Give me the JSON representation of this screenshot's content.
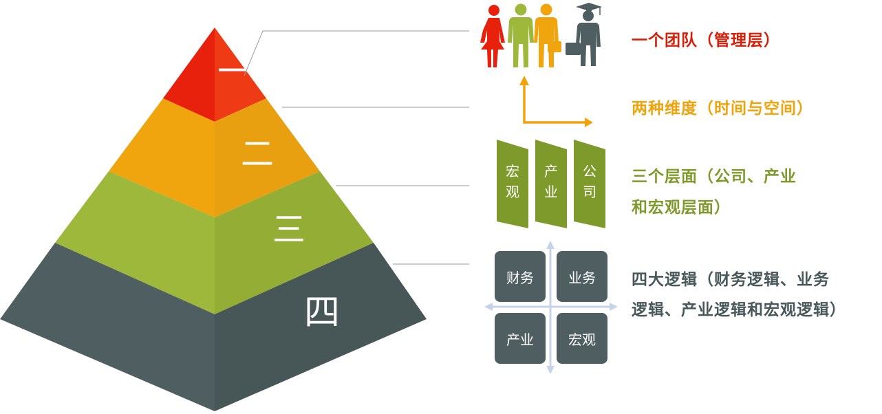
{
  "pyramid": {
    "levels": [
      {
        "numeral": "一",
        "color_left": "#e8210c",
        "color_right": "#ef3a16"
      },
      {
        "numeral": "二",
        "color_left": "#f0a40e",
        "color_right": "#e9a010"
      },
      {
        "numeral": "三",
        "color_left": "#9eb83b",
        "color_right": "#94ad35"
      },
      {
        "numeral": "四",
        "color_left": "#4f5e60",
        "color_right": "#475657"
      }
    ]
  },
  "labels": {
    "team": "一个团队（管理层）",
    "dimensions": "两种维度（时间与空间）",
    "layers_line1": "三个层面（公司、产业",
    "layers_line2": "和宏观层面）",
    "logic_line1": "四大逻辑（财务逻辑、业务",
    "logic_line2": "逻辑、产业逻辑和宏观逻辑）"
  },
  "colors": {
    "team": "#d81e06",
    "dimensions": "#f0a30a",
    "layers": "#7e9a2b",
    "logic": "#47575a",
    "person_red": "#e8210c",
    "person_green": "#9eb83b",
    "person_orange": "#f0a40e",
    "person_grey": "#4f5e60"
  },
  "banners": [
    {
      "line1": "宏",
      "line2": "观"
    },
    {
      "line1": "产",
      "line2": "业"
    },
    {
      "line1": "公",
      "line2": "司"
    }
  ],
  "quadrants": {
    "top_left": "财务",
    "top_right": "业务",
    "bottom_left": "产业",
    "bottom_right": "宏观"
  },
  "icons": [
    "person-female-icon",
    "person-male-icon",
    "person-businessman-icon",
    "person-graduate-icon",
    "axes-icon",
    "cross-arrows-icon"
  ]
}
